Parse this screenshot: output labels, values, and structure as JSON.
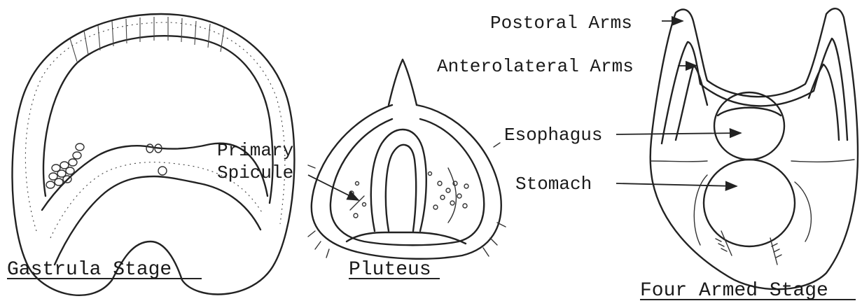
{
  "stages": {
    "gastrula": {
      "caption": "Gastrula Stage"
    },
    "pluteus": {
      "caption": "Pluteus",
      "labels": {
        "primary_spicule_line1": "Primary",
        "primary_spicule_line2": "Spicule"
      }
    },
    "four_armed": {
      "caption": "Four Armed Stage",
      "labels": {
        "postoral_arms": "Postoral Arms",
        "anterolateral_arms": "Anterolateral Arms",
        "esophagus": "Esophagus",
        "stomach": "Stomach"
      }
    }
  },
  "colors": {
    "ink": "#222222",
    "background": "#ffffff"
  }
}
